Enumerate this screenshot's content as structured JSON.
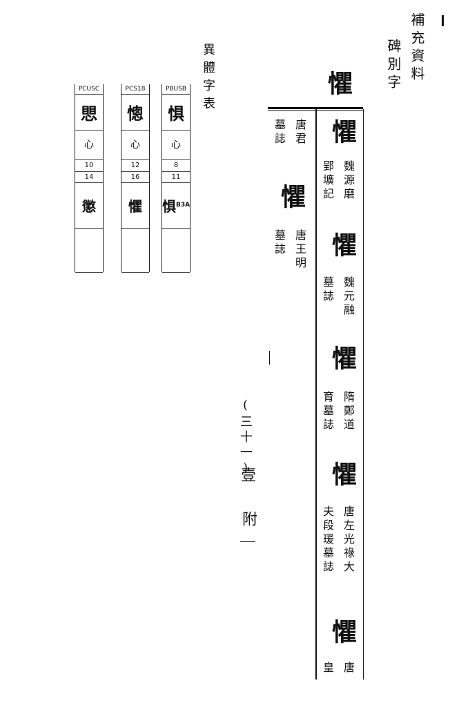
{
  "header": {
    "section": "補充資料",
    "subtitle": "碑別字"
  },
  "main_glyph": "懼",
  "entries": [
    {
      "glyph": "懼",
      "col1": "魏源磨",
      "col2": "郢壙記"
    },
    {
      "glyph": "懼",
      "col1": "魏元融",
      "col2": "墓誌"
    },
    {
      "glyph": "懼",
      "col1": "隋鄭道",
      "col2": "育墓誌"
    },
    {
      "glyph": "懼",
      "col1": "唐左光祿大",
      "col2": "夫段瑗墓誌"
    },
    {
      "glyph": "懼",
      "col1": "唐",
      "col2": "皇"
    }
  ],
  "left_entries": [
    {
      "glyph": "懼",
      "col1": "唐君",
      "col2": "墓誌"
    },
    {
      "glyph": "懼",
      "col1": "唐王明",
      "col2": "墓誌"
    }
  ],
  "table_title": "異體字表",
  "table": [
    {
      "code": "PBUSB",
      "glyph": "惧",
      "radical": "心",
      "n1": "8",
      "n2": "11",
      "var": "惧",
      "tag": "B3A"
    },
    {
      "code": "PCS18",
      "glyph": "憁",
      "radical": "心",
      "n1": "12",
      "n2": "16",
      "var": "懼",
      "tag": ""
    },
    {
      "code": "PCUSC",
      "glyph": "愳",
      "radical": "心",
      "n1": "10",
      "n2": "14",
      "var": "懲",
      "tag": ""
    }
  ],
  "page_number": "(三十一)",
  "page_mark": "壹",
  "appendix": "附"
}
